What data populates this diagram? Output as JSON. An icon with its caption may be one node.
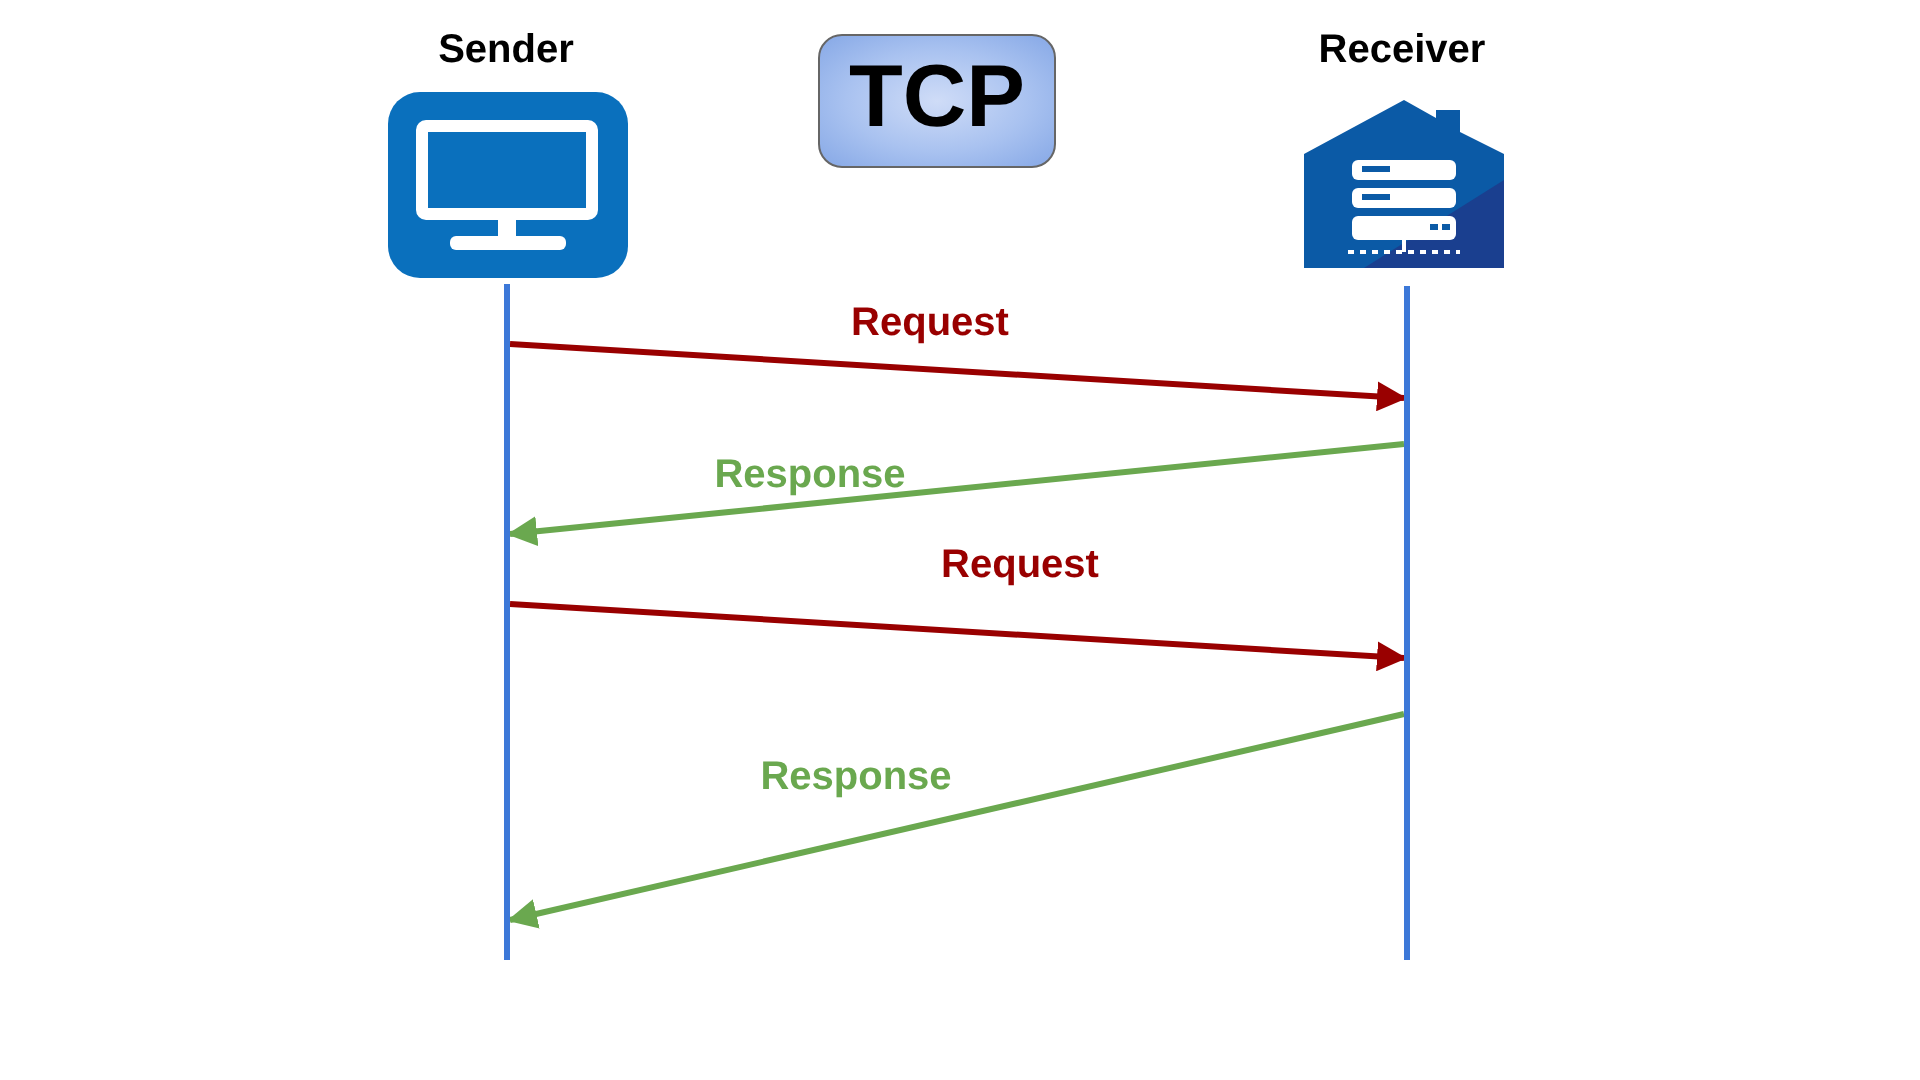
{
  "diagram": {
    "nodes": [
      {
        "text": [
          "Sender"
        ]
      },
      {
        "text": [
          "TCP"
        ]
      },
      {
        "text": [
          "Receiver"
        ]
      },
      {
        "text": [],
        "shape": "line"
      },
      {
        "text": [],
        "shape": "line"
      }
    ],
    "edges": [
      {
        "from": 3,
        "to": 4,
        "arrow": "to",
        "label": "Request",
        "color": "#990000"
      },
      {
        "from": 4,
        "to": 3,
        "arrow": "to",
        "label": "Response",
        "color": "#6aa84f"
      },
      {
        "from": 3,
        "to": 4,
        "arrow": "to",
        "label": "Request",
        "color": "#990000"
      },
      {
        "from": 4,
        "to": 3,
        "arrow": "to",
        "label": "Response",
        "color": "#6aa84f"
      }
    ]
  }
}
